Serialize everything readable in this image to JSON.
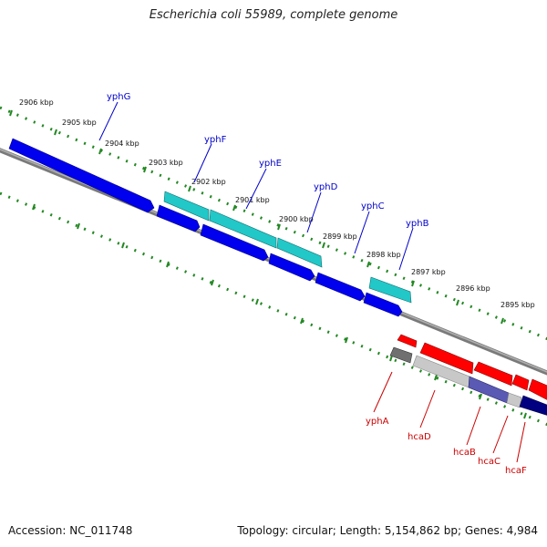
{
  "title": "Escherichia coli 55989, complete genome",
  "footer": {
    "accession": "Accession: NC_011748",
    "topology": "Topology: circular; Length: 5,154,862 bp; Genes: 4,984"
  },
  "ticks": [
    "2906 kbp",
    "2905 kbp",
    "2904 kbp",
    "2903 kbp",
    "2902 kbp",
    "2901 kbp",
    "2900 kbp",
    "2899 kbp",
    "2898 kbp",
    "2897 kbp",
    "2896 kbp",
    "2895 kbp"
  ],
  "forward_genes": [
    {
      "name": "yphG",
      "color": "#0000ee"
    },
    {
      "name": "yphF",
      "color": "#22c8c8"
    },
    {
      "name": "yphE",
      "color": "#22c8c8"
    },
    {
      "name": "yphD",
      "color": "#22c8c8"
    },
    {
      "name": "yphC",
      "color": "#22c8c8"
    },
    {
      "name": "yphB",
      "color": "#22c8c8"
    }
  ],
  "reverse_genes": [
    {
      "name": "yphA",
      "color": "#ff0000"
    },
    {
      "name": "hcaD",
      "color": "#ff0000"
    },
    {
      "name": "hcaB",
      "color": "#ff0000"
    },
    {
      "name": "hcaC",
      "color": "#ff0000"
    },
    {
      "name": "hcaF",
      "color": "#ff0000"
    }
  ],
  "colors": {
    "forward_label": "#0000cc",
    "reverse_label": "#cc0000",
    "tick": "#228822",
    "backbone": "#808080"
  }
}
